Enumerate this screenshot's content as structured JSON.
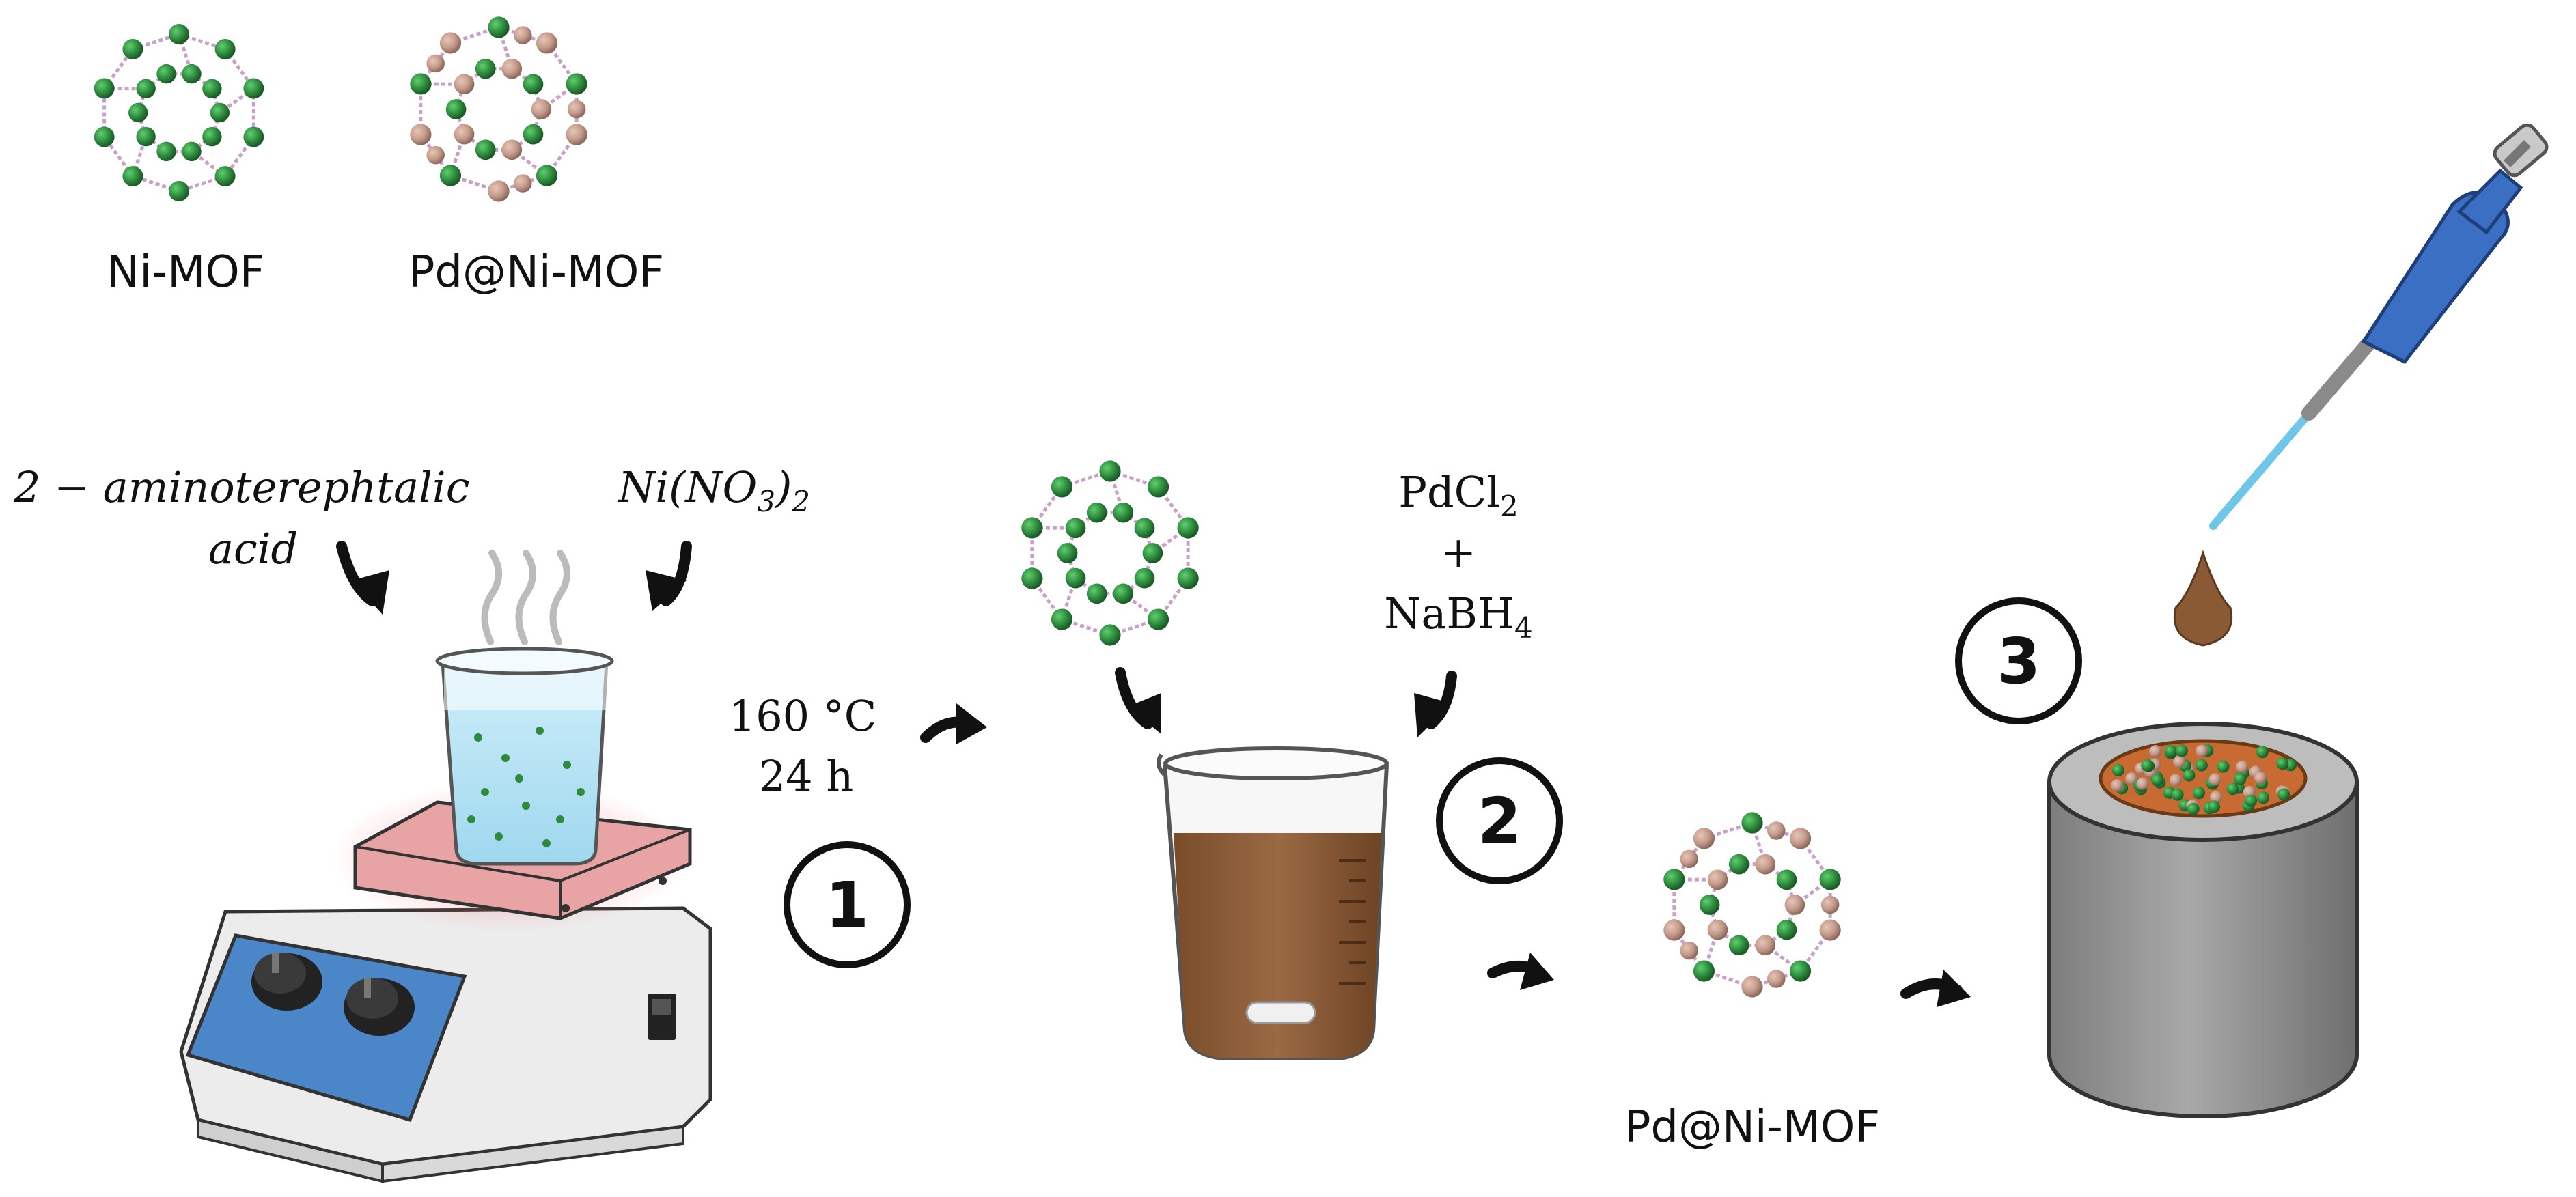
{
  "legend": {
    "ni_mof_label": "Ni-MOF",
    "pd_ni_mof_label": "Pd@Ni-MOF"
  },
  "step1": {
    "reagent_a_line1": "2 − aminoterephtalic",
    "reagent_a_line2": "acid",
    "reagent_b_prefix": "Ni(NO",
    "reagent_b_sub1": "3",
    "reagent_b_mid": ")",
    "reagent_b_sub2": "2",
    "temperature": "160 °C",
    "time": "24 h",
    "number": "1"
  },
  "step2": {
    "reagent_pd_prefix": "PdCl",
    "reagent_pd_sub": "2",
    "plus": "+",
    "reagent_na_prefix": "NaBH",
    "reagent_na_sub": "4",
    "number": "2",
    "product_label": "Pd@Ni-MOF"
  },
  "step3": {
    "number": "3"
  },
  "colors": {
    "ni_node": "#2e8b3e",
    "pd_node": "#c49a8a",
    "linker": "#c9a0c8",
    "brown_liquid": "#8a5a35",
    "stirrer_blue": "#4a86c8",
    "hot_plate": "#e8a4a4",
    "pipette_blue": "#3a6fc4",
    "electrode_gray": "#9a9a9a"
  }
}
